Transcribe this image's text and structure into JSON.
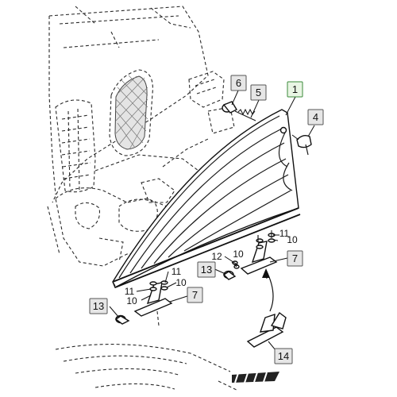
{
  "diagram": {
    "callouts": [
      {
        "id": "c1",
        "label": "1",
        "highlighted": true
      },
      {
        "id": "c4",
        "label": "4"
      },
      {
        "id": "c5",
        "label": "5"
      },
      {
        "id": "c6",
        "label": "6"
      },
      {
        "id": "c7a",
        "label": "7"
      },
      {
        "id": "c7b",
        "label": "7"
      },
      {
        "id": "c13a",
        "label": "13"
      },
      {
        "id": "c13b",
        "label": "13"
      },
      {
        "id": "c14",
        "label": "14"
      }
    ],
    "plain_labels": [
      {
        "id": "p10a",
        "label": "10"
      },
      {
        "id": "p11a",
        "label": "11"
      },
      {
        "id": "p10b",
        "label": "10"
      },
      {
        "id": "p12",
        "label": "12"
      },
      {
        "id": "p11b",
        "label": "11"
      },
      {
        "id": "p10c",
        "label": "10"
      },
      {
        "id": "p11c",
        "label": "11"
      },
      {
        "id": "p10d",
        "label": "10"
      }
    ],
    "colors": {
      "highlight": "#3a8a3a",
      "callout_fill": "#e6e6e6",
      "line": "#111111"
    }
  }
}
